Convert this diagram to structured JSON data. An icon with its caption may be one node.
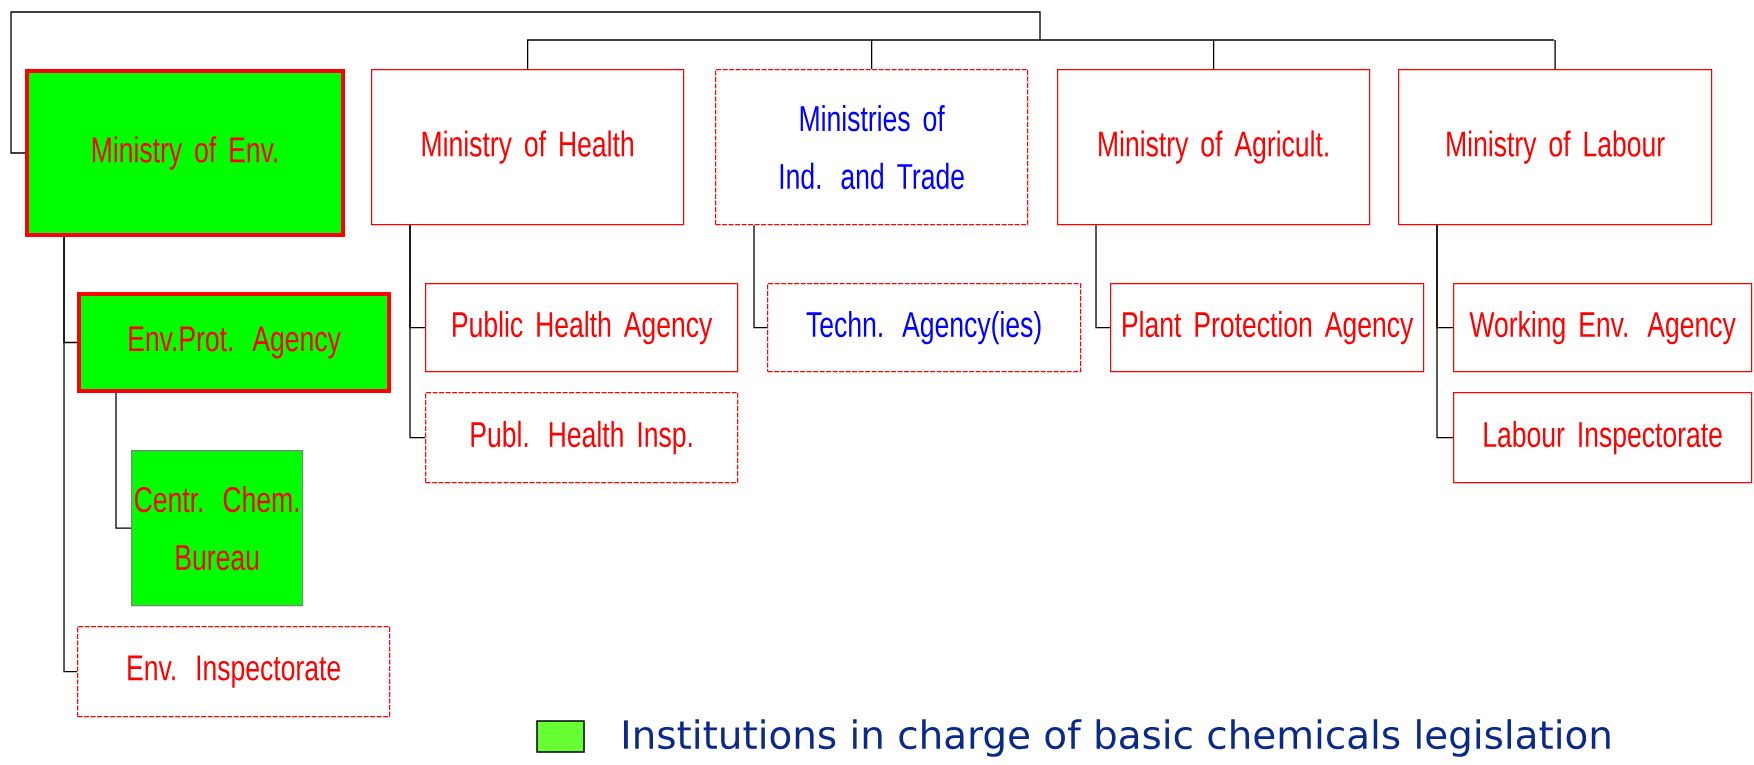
{
  "diagram": {
    "nodes": [
      {
        "text": [
          "Ministry of Env."
        ]
      },
      {
        "text": [
          "Ministry of Health"
        ]
      },
      {
        "text": [
          "Ministries of Ind. and Trade"
        ]
      },
      {
        "text": [
          "Ministry of Agricult."
        ]
      },
      {
        "text": [
          "Ministry of Labour"
        ]
      },
      {
        "text": [
          "Env.Prot. Agency"
        ]
      },
      {
        "text": [
          "Centr. Chem. Bureau"
        ]
      },
      {
        "text": [
          "Env. Inspectorate"
        ]
      },
      {
        "text": [
          "Public Health Agency"
        ]
      },
      {
        "text": [
          "Publ. Health Insp."
        ]
      },
      {
        "text": [
          "Techn. Agency(ies)"
        ]
      },
      {
        "text": [
          "Plant Protection Agency"
        ]
      },
      {
        "text": [
          "Working Env. Agency"
        ]
      },
      {
        "text": [
          "Labour Inspectorate"
        ]
      }
    ],
    "edges": [
      {
        "from": 0,
        "to": 1,
        "arrow": "none"
      },
      {
        "from": 0,
        "to": 2,
        "arrow": "none"
      },
      {
        "from": 0,
        "to": 3,
        "arrow": "none"
      },
      {
        "from": 0,
        "to": 4,
        "arrow": "none"
      },
      {
        "from": 0,
        "to": 5,
        "arrow": "none"
      },
      {
        "from": 5,
        "to": 6,
        "arrow": "none"
      },
      {
        "from": 0,
        "to": 7,
        "arrow": "none"
      },
      {
        "from": 1,
        "to": 8,
        "arrow": "none"
      },
      {
        "from": 1,
        "to": 9,
        "arrow": "none"
      },
      {
        "from": 2,
        "to": 10,
        "arrow": "none"
      },
      {
        "from": 3,
        "to": 11,
        "arrow": "none"
      },
      {
        "from": 4,
        "to": 12,
        "arrow": "none"
      },
      {
        "from": 4,
        "to": 13,
        "arrow": "none"
      }
    ],
    "legend": [
      {
        "text": "Institutions in charge of basic chemicals legislation",
        "color": "#66ff33"
      }
    ]
  }
}
